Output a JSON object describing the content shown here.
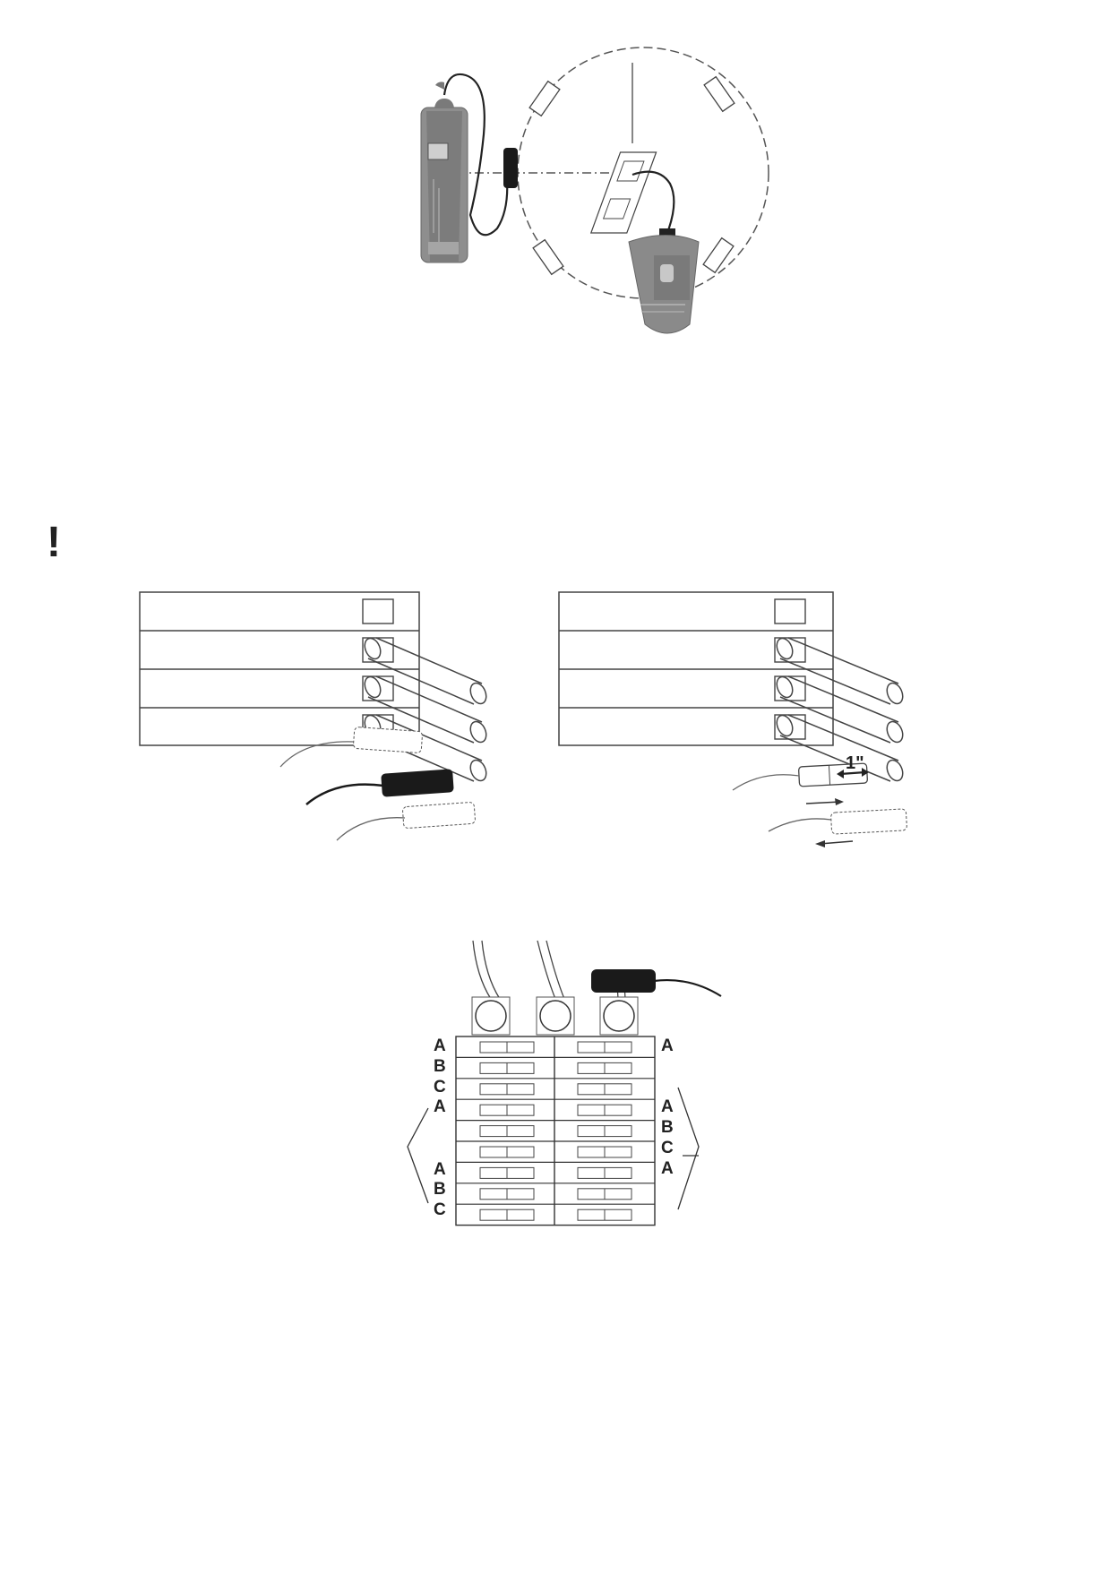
{
  "warning_symbol": "!",
  "figure1": {
    "description_items": [
      "receiver",
      "clamp",
      "transmitter",
      "wall-plate"
    ]
  },
  "figure2": {
    "distance_label": "1\""
  },
  "figure3": {
    "left_labels": [
      "A",
      "B",
      "C",
      "A",
      "A",
      "B",
      "C"
    ],
    "right_labels": [
      "A",
      "A",
      "B",
      "C",
      "A"
    ]
  }
}
